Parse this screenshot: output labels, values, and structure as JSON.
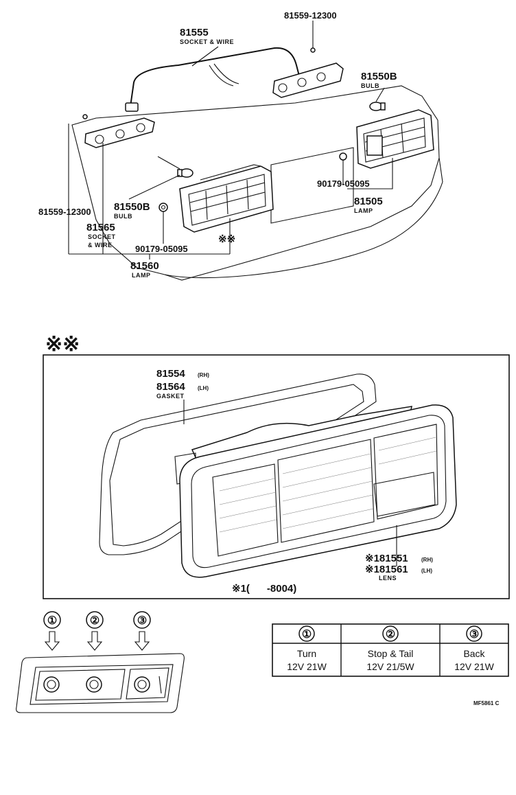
{
  "top_labels": {
    "part_81559_top": "81559-12300",
    "part_81555": "81555",
    "part_81555_cap": "SOCKET & WIRE",
    "part_81550b_right": "81550B",
    "part_81550b_right_cap": "BULB",
    "part_90179_right": "90179-05095",
    "part_81505": "81505",
    "part_81505_cap": "LAMP",
    "part_81559_left": "81559-12300",
    "part_81550b_left": "81550B",
    "part_81550b_left_cap": "BULB",
    "part_81565": "81565",
    "part_81565_cap1": "SOCKET",
    "part_81565_cap2": "& WIRE",
    "part_90179_left": "90179-05095",
    "part_81560": "81560",
    "part_81560_cap": "LAMP",
    "ref_mark": "※※"
  },
  "detail": {
    "header_mark": "※※",
    "gasket_rh": "81554",
    "gasket_rh_side": "(RH)",
    "gasket_lh": "81564",
    "gasket_lh_side": "(LH)",
    "gasket_cap": "GASKET",
    "lens_rh": "※181551",
    "lens_rh_side": "(RH)",
    "lens_lh": "※181561",
    "lens_lh_side": "(LH)",
    "lens_cap": "LENS",
    "note": "※1(      -8004)"
  },
  "socket_markers": [
    "①",
    "②",
    "③"
  ],
  "bulb_table": {
    "headers": [
      "①",
      "②",
      "③"
    ],
    "rows": [
      [
        "Turn",
        "Stop & Tail",
        "Back"
      ],
      [
        "12V 21W",
        "12V 21/5W",
        "12V 21W"
      ]
    ]
  },
  "figure_code": "MF5861 C"
}
